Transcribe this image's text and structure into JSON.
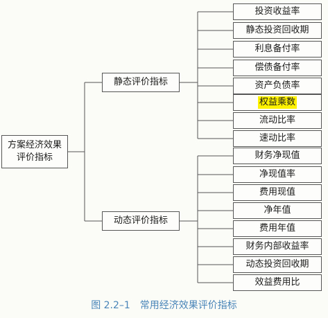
{
  "root": {
    "line1": "方案经济效果",
    "line2": "评价指标"
  },
  "static": {
    "label": "静态评价指标",
    "items": [
      {
        "label": "投资收益率"
      },
      {
        "label": "静态投资回收期"
      },
      {
        "label": "利息备付率"
      },
      {
        "label": "偿债备付率"
      },
      {
        "label": "资产负债率"
      },
      {
        "label": "权益乘数"
      },
      {
        "label": "流动比率"
      },
      {
        "label": "速动比率"
      }
    ]
  },
  "dynamic": {
    "label": "动态评价指标",
    "items": [
      {
        "label": "财务净现值"
      },
      {
        "label": "净现值率"
      },
      {
        "label": "费用现值"
      },
      {
        "label": "净年值"
      },
      {
        "label": "费用年值"
      },
      {
        "label": "财务内部收益率"
      },
      {
        "label": "动态投资回收期"
      },
      {
        "label": "效益费用比"
      }
    ]
  },
  "highlight_color": "#fff200",
  "caption": "图 2.2–1　常用经济效果评价指标"
}
